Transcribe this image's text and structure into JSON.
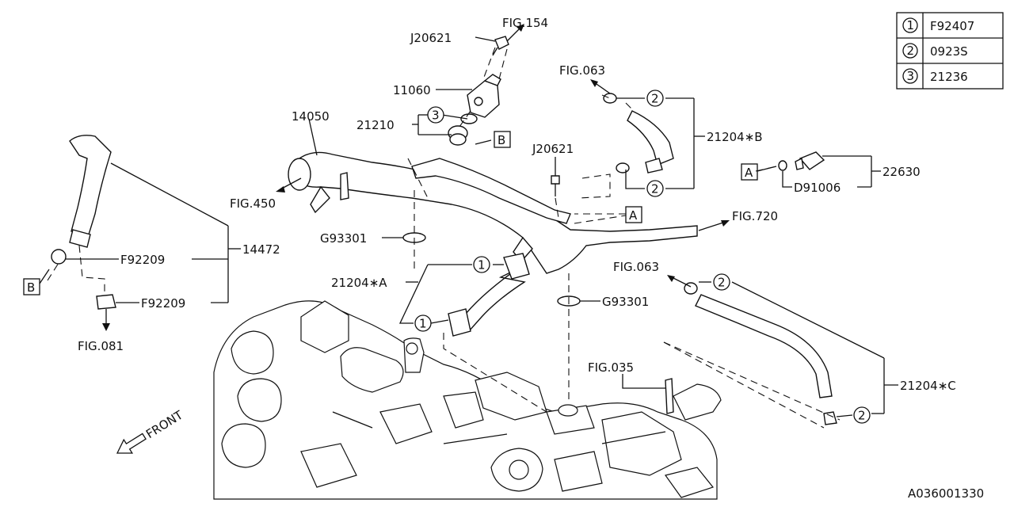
{
  "legend": [
    {
      "num": "1",
      "code": "F92407"
    },
    {
      "num": "2",
      "code": "0923S"
    },
    {
      "num": "3",
      "code": "21236"
    }
  ],
  "labels": {
    "fig154": "FIG.154",
    "j20621_top": "J20621",
    "p11060": "11060",
    "p21210": "21210",
    "p14050": "14050",
    "fig450": "FIG.450",
    "fig063_top": "FIG.063",
    "p21204b": "21204∗B",
    "j20621_mid": "J20621",
    "p22630": "22630",
    "d91006": "D91006",
    "fig720": "FIG.720",
    "g93301_a": "G93301",
    "g93301_b": "G93301",
    "p21204a": "21204∗A",
    "fig063_mid": "FIG.063",
    "p14472": "14472",
    "f92209_a": "F92209",
    "f92209_b": "F92209",
    "fig081": "FIG.081",
    "fig035": "FIG.035",
    "p21204c": "21204∗C",
    "front": "FRONT",
    "drawing_no": "A036001330"
  },
  "refs": {
    "A": "A",
    "B": "B"
  },
  "callouts": {
    "one": "1",
    "two": "2",
    "three": "3"
  }
}
